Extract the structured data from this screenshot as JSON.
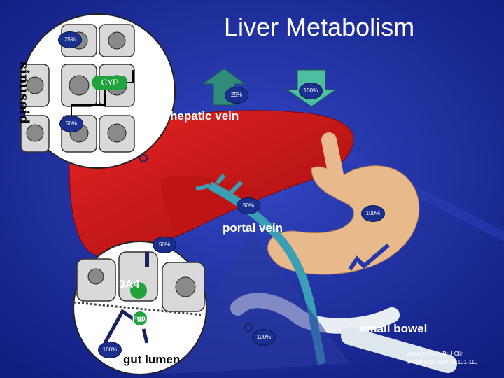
{
  "title": "Liver Metabolism",
  "labels": {
    "sinusoid": "sinusoid",
    "cyp": "CYP",
    "hepatic_vein": "hepatic vein",
    "portal_vein": "portal vein",
    "small_bowel": "small bowel",
    "gut_lumen": "gut lumen",
    "cyp3a4": "3A4",
    "pgp": "Pgp"
  },
  "percentages": {
    "sinusoid_top": "25%",
    "sinusoid_bottom": "50%",
    "hepatic_out": "25%",
    "hepatic_in": "100%",
    "portal_50": "50%",
    "stomach_100": "100%",
    "gut_cell_out": "50%",
    "gut_lumen_in": "100%",
    "bowel_100": "100%"
  },
  "credit": {
    "line1": "Adapted from Br J Clin",
    "line2": "Pharmacol 1998;46:101-110"
  },
  "colors": {
    "background": "#1a2fa8",
    "liver": "#d81c1c",
    "stomach": "#e6b88a",
    "vein": "#3a9fb4",
    "arrow_up": "#2f8b7a"
  }
}
